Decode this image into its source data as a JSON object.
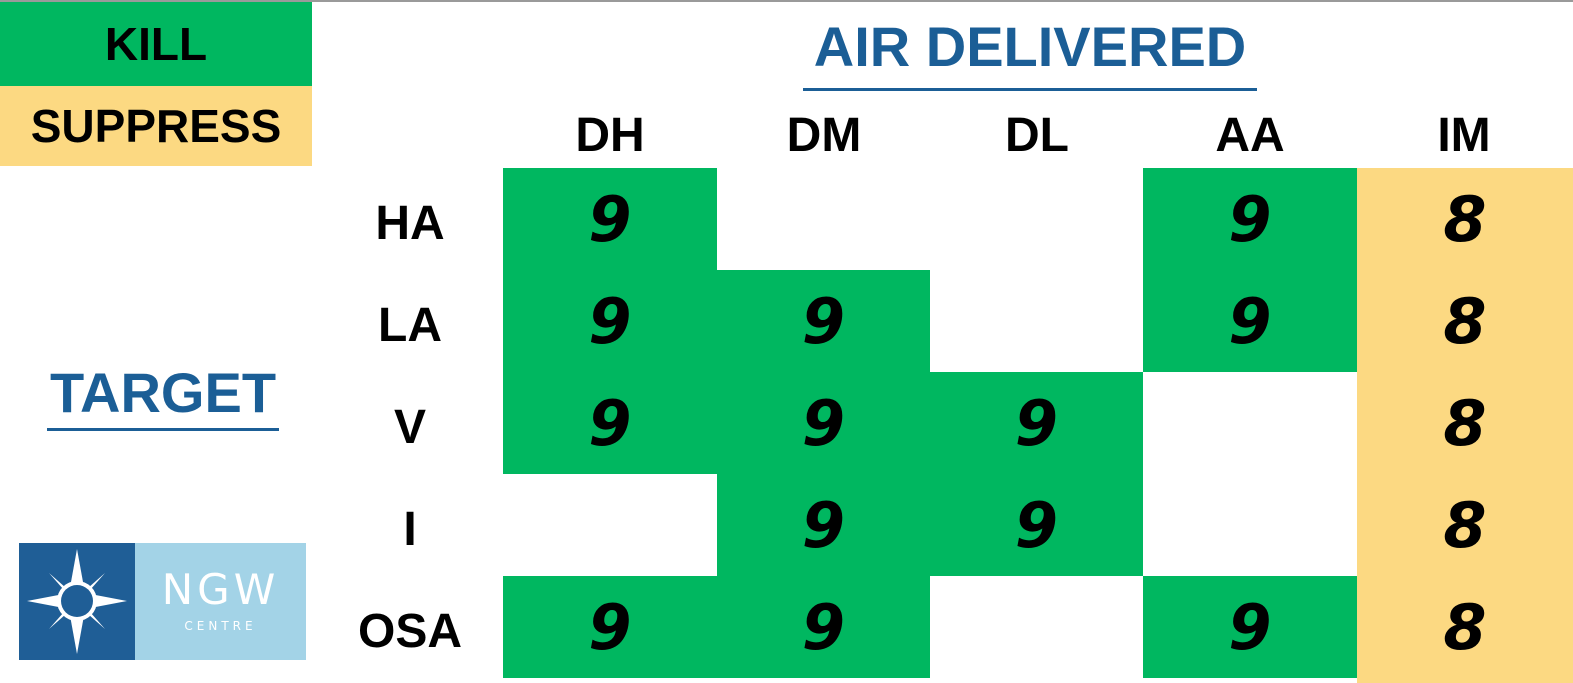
{
  "legend": {
    "kill": {
      "label": "KILL",
      "color": "#00b760"
    },
    "suppress": {
      "label": "SUPPRESS",
      "color": "#fcd982"
    }
  },
  "header": {
    "title": "AIR DELIVERED"
  },
  "side": {
    "target_label": "TARGET"
  },
  "logo": {
    "name": "NGW",
    "subtitle": "CENTRE",
    "icon": "compass-star-icon"
  },
  "columns": [
    "DH",
    "DM",
    "DL",
    "AA",
    "IM"
  ],
  "rows": [
    {
      "label": "HA",
      "cells": [
        {
          "value": "9",
          "status": "kill"
        },
        {
          "value": "",
          "status": "none"
        },
        {
          "value": "",
          "status": "none"
        },
        {
          "value": "9",
          "status": "kill"
        },
        {
          "value": "8",
          "status": "suppress"
        }
      ]
    },
    {
      "label": "LA",
      "cells": [
        {
          "value": "9",
          "status": "kill"
        },
        {
          "value": "9",
          "status": "kill"
        },
        {
          "value": "",
          "status": "none"
        },
        {
          "value": "9",
          "status": "kill"
        },
        {
          "value": "8",
          "status": "suppress"
        }
      ]
    },
    {
      "label": "V",
      "cells": [
        {
          "value": "9",
          "status": "kill"
        },
        {
          "value": "9",
          "status": "kill"
        },
        {
          "value": "9",
          "status": "kill"
        },
        {
          "value": "",
          "status": "none"
        },
        {
          "value": "8",
          "status": "suppress"
        }
      ]
    },
    {
      "label": "I",
      "cells": [
        {
          "value": "",
          "status": "none"
        },
        {
          "value": "9",
          "status": "kill"
        },
        {
          "value": "9",
          "status": "kill"
        },
        {
          "value": "",
          "status": "none"
        },
        {
          "value": "8",
          "status": "suppress"
        }
      ]
    },
    {
      "label": "OSA",
      "cells": [
        {
          "value": "9",
          "status": "kill"
        },
        {
          "value": "9",
          "status": "kill"
        },
        {
          "value": "",
          "status": "none"
        },
        {
          "value": "9",
          "status": "kill"
        },
        {
          "value": "8",
          "status": "suppress"
        }
      ]
    }
  ]
}
